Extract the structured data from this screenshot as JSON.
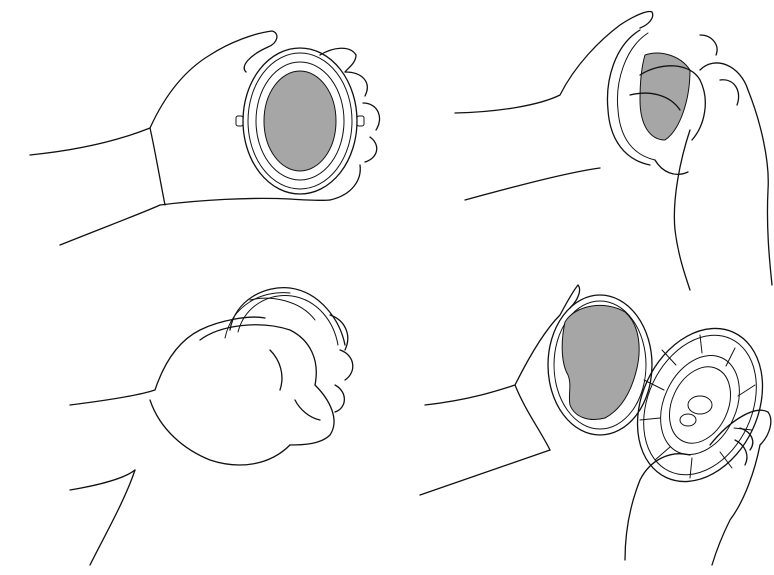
{
  "figure": {
    "description_visible_text": "",
    "panels": [
      {
        "id": "step-1"
      },
      {
        "id": "step-2"
      },
      {
        "id": "step-3"
      },
      {
        "id": "step-4"
      }
    ]
  },
  "colors": {
    "line": "#111111",
    "pad_fill": "#a6a6a6",
    "background": "#ffffff"
  }
}
